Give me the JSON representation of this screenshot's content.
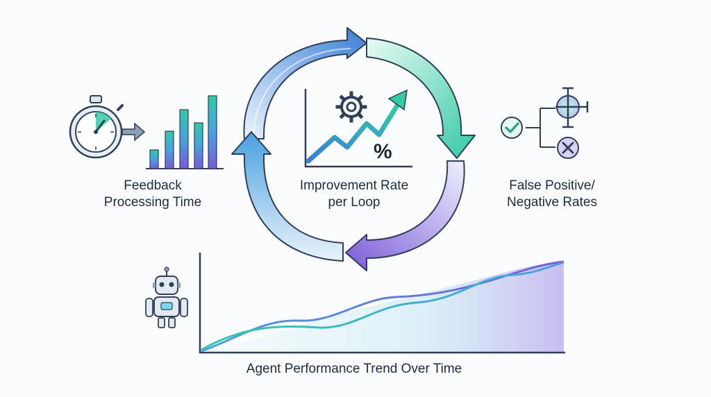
{
  "labels": {
    "feedback_line1": "Feedback",
    "feedback_line2": "Processing Time",
    "improvement_line1": "Improvement Rate",
    "improvement_line2": "per Loop",
    "false_line1": "False Positive/",
    "false_line2": "Negative Rates",
    "trend": "Agent Performance Trend Over Time",
    "percent_symbol": "%"
  },
  "colors": {
    "blue": "#3b7fd6",
    "teal": "#35c9a4",
    "purple": "#7a5ad8",
    "dark": "#1b2b3d",
    "outline": "#2f3f55"
  },
  "icons": [
    "stopwatch-icon",
    "gear-icon",
    "check-icon",
    "cross-icon",
    "target-icon",
    "robot-icon",
    "cycle-arrows-icon"
  ]
}
